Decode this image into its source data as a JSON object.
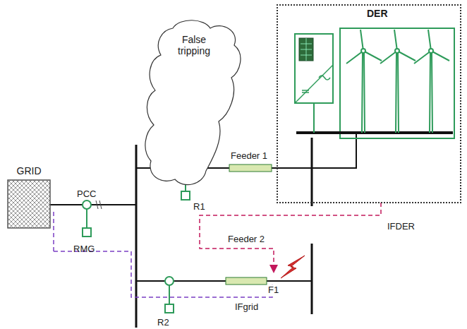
{
  "diagram": {
    "nodes": [
      {
        "text": [
          "GRID"
        ]
      },
      {
        "text": [
          "RMG"
        ]
      },
      {
        "text": [
          "False tripping"
        ]
      },
      {
        "text": [
          "R1"
        ]
      },
      {
        "text": [
          "R2"
        ]
      },
      {
        "text": [
          "DER"
        ]
      }
    ],
    "labels": [
      "PCC",
      "Feeder 1",
      "Feeder 2",
      "IFDER",
      "IFgrid",
      "F1"
    ]
  }
}
